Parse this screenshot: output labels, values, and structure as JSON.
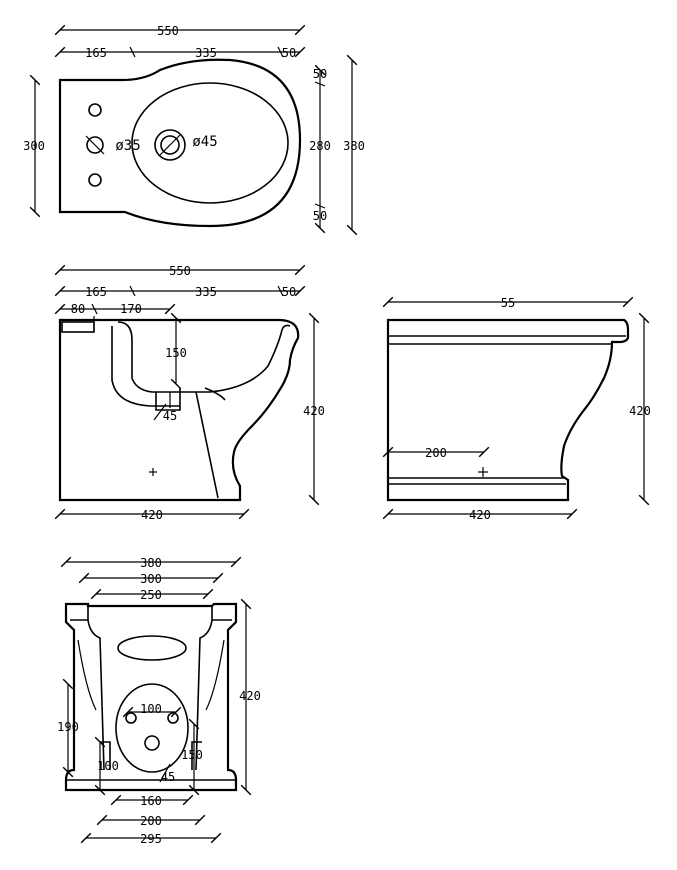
{
  "dimensions": {
    "top": {
      "total_width": "550",
      "seg_a": "165",
      "seg_b": "335",
      "seg_c": "50",
      "height_left": "300",
      "bowl_height": "280",
      "total_height": "380",
      "offset_top": "50",
      "offset_bottom": "50",
      "hole_small": "ø35",
      "hole_large": "ø45"
    },
    "side": {
      "total_width": "550",
      "seg_a": "165",
      "seg_b": "335",
      "seg_c": "50",
      "seg_d": "80",
      "seg_e": "170",
      "depth": "150",
      "angle": "45",
      "height": "420",
      "base_width": "420"
    },
    "back": {
      "top_width": "55",
      "height": "420",
      "inner": "200",
      "base_width": "420"
    },
    "front": {
      "w1": "380",
      "w2": "300",
      "w3": "250",
      "height": "420",
      "h190": "190",
      "h100": "100",
      "h150": "150",
      "hole_spacing": "100",
      "angle": "45",
      "b160": "160",
      "b200": "200",
      "b295": "295"
    }
  }
}
